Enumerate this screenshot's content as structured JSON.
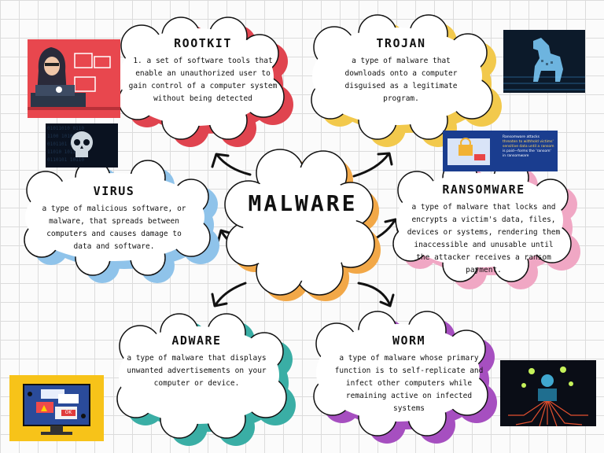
{
  "center": {
    "title": "MALWARE"
  },
  "nodes": {
    "rootkit": {
      "title": "ROOTKIT",
      "marker": "1.",
      "desc": "a set of software tools that enable an unauthorized user to gain control of a computer system without being detected",
      "color": "#e0444f"
    },
    "trojan": {
      "title": "TROJAN",
      "desc": "a type of malware that downloads onto a computer disguised as a legitimate program.",
      "color": "#f2c94c"
    },
    "virus": {
      "title": "VIRUS",
      "desc": "a type of malicious software, or malware, that spreads between computers and causes damage to data and software.",
      "color": "#8fc3ea"
    },
    "ransomware": {
      "title": "RANSOMWARE",
      "desc": "a type of malware that locks and encrypts a victim's data, files, devices or systems, rendering them inaccessible and unusable until the attacker receives a ransom payment.",
      "color": "#f0a7c4"
    },
    "adware": {
      "title": "ADWARE",
      "desc": "a type of malware that displays unwanted advertisements on your computer or device.",
      "color": "#3aaea5"
    },
    "worm": {
      "title": "WORM",
      "desc": "a type of malware whose primary function is to self-replicate and infect other computers while remaining active on infected systems",
      "color": "#a64fc0"
    }
  },
  "center_color": "#f2a848",
  "ransom_image": {
    "line1": "Ransomware attacks",
    "line2": "threaten to withhold victims'",
    "line3": "sensitive data until a ransom",
    "line4": "is paid—forms the 'ransom'",
    "line5": "in ransomware"
  },
  "adware_image": {
    "badge": "OK"
  }
}
